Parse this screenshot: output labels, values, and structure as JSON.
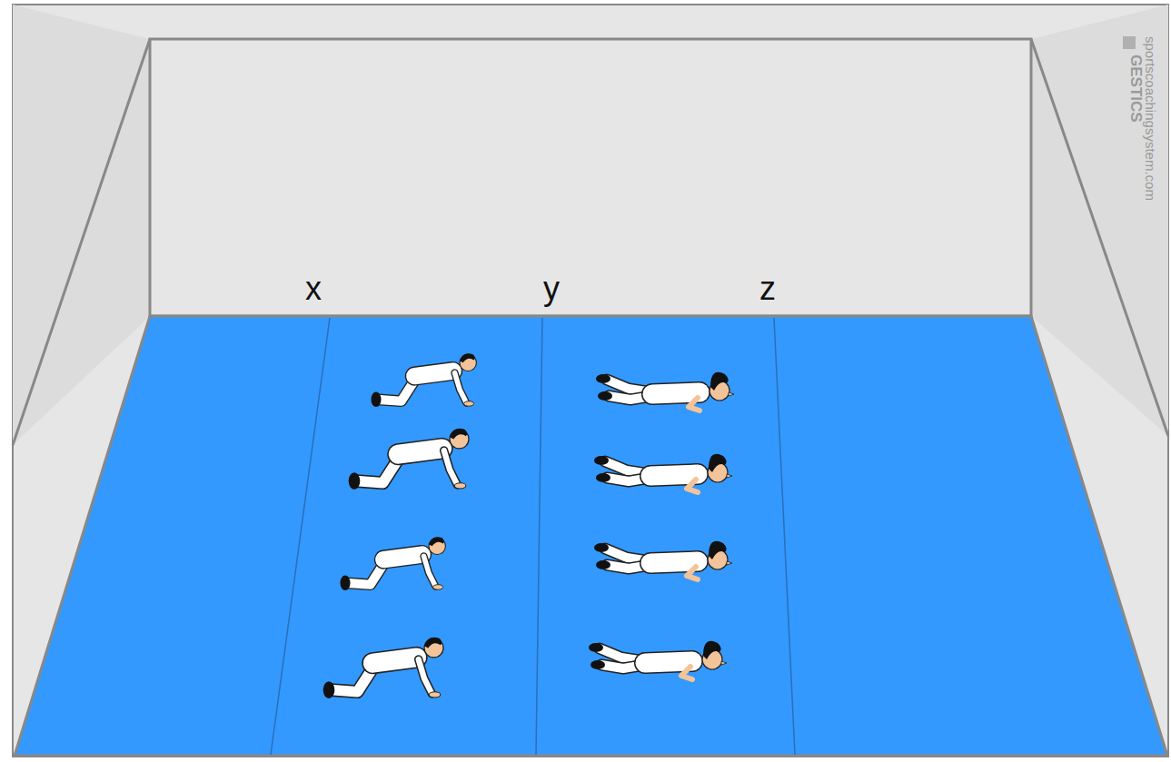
{
  "diagram": {
    "labels": [
      "x",
      "y",
      "z",
      "sportscoachingsystem.com",
      "GESTICS"
    ]
  }
}
